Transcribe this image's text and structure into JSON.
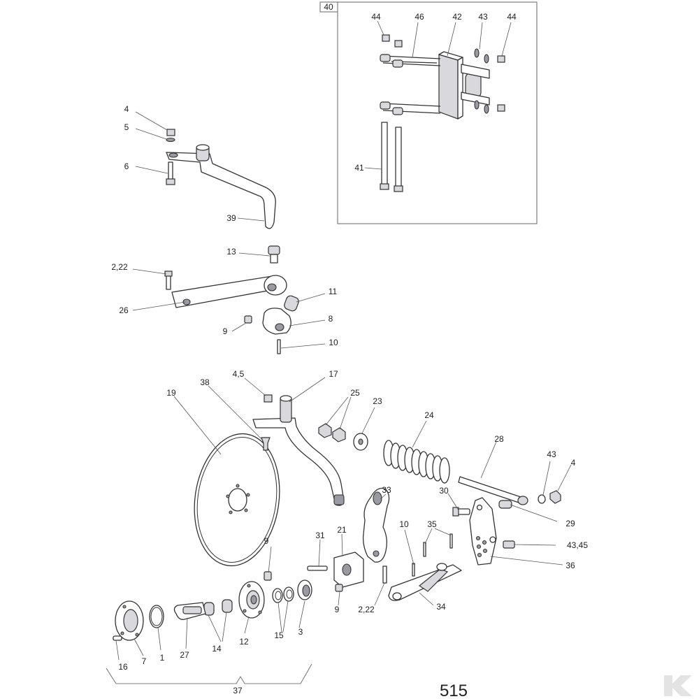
{
  "page_number": "515",
  "inset_label": "40",
  "labels": {
    "l44a": "44",
    "l46": "46",
    "l42": "42",
    "l43a": "43",
    "l44b": "44",
    "l41": "41",
    "l4a": "4",
    "l5": "5",
    "l6": "6",
    "l39": "39",
    "l13": "13",
    "l222a": "2,22",
    "l26": "26",
    "l11": "11",
    "l9a": "9",
    "l8": "8",
    "l10a": "10",
    "l45": "4,5",
    "l17": "17",
    "l38": "38",
    "l19": "19",
    "l25": "25",
    "l23": "23",
    "l24": "24",
    "l28": "28",
    "l43b": "43",
    "l4b": "4",
    "l33": "33",
    "l30": "30",
    "l29": "29",
    "l10b": "10",
    "l35": "35",
    "l4345": "43,45",
    "l36": "36",
    "l9b": "9",
    "l31": "31",
    "l21": "21",
    "l9c": "9",
    "l222b": "2,22",
    "l34": "34",
    "l3": "3",
    "l15": "15",
    "l12": "12",
    "l14": "14",
    "l27": "27",
    "l1": "1",
    "l7": "7",
    "l16": "16",
    "l37": "37"
  },
  "colors": {
    "line": "#333333",
    "shade": "#d8d8dd",
    "dark": "#9a9aa2"
  },
  "icons": {
    "brand": "kramp-logo-icon"
  }
}
